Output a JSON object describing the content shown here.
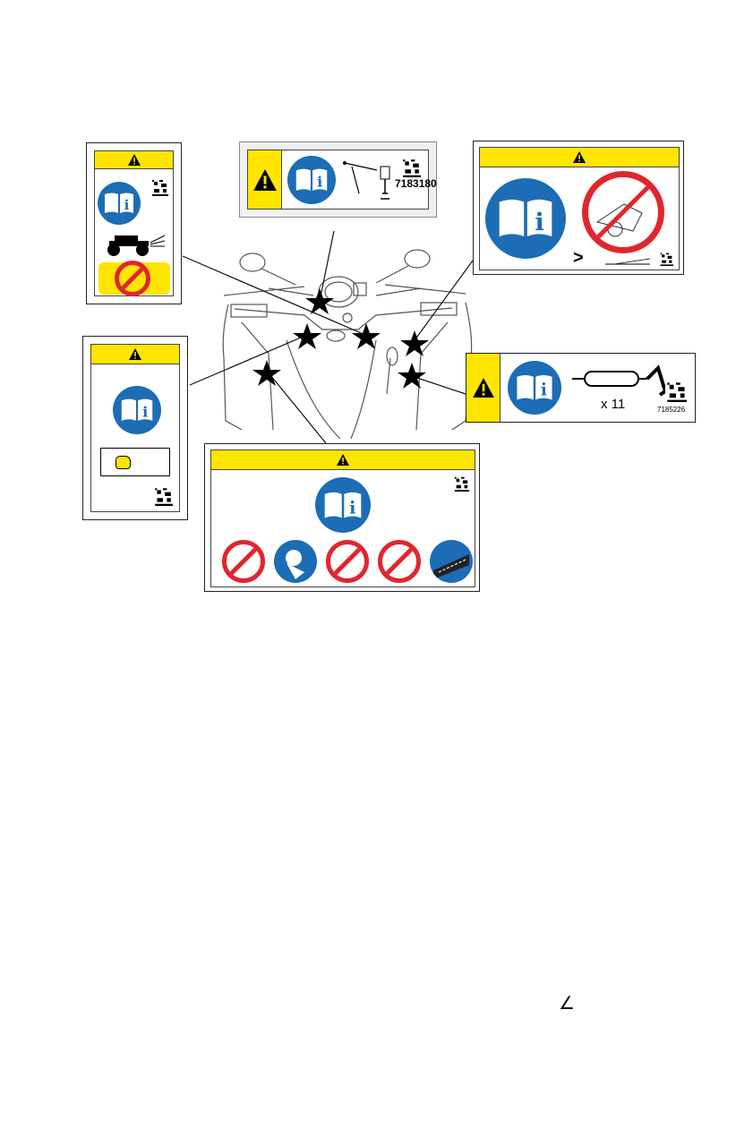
{
  "colors": {
    "warning_yellow": "#ffe500",
    "info_blue": "#1c6db5",
    "prohibit_red": "#e0262d"
  },
  "icons": {
    "warning": "warning-triangle-icon",
    "manual": "read-manual-icon",
    "qr": "data-matrix-code-icon",
    "star": "star-marker-icon"
  },
  "labels": {
    "top_center": {
      "part_number": "7183180"
    },
    "right_middle": {
      "multiplier": "x 11",
      "part_number": "7185226"
    },
    "top_right": {
      "symbol": ">"
    },
    "bottom_note": {
      "angle_symbol": "∠"
    }
  }
}
